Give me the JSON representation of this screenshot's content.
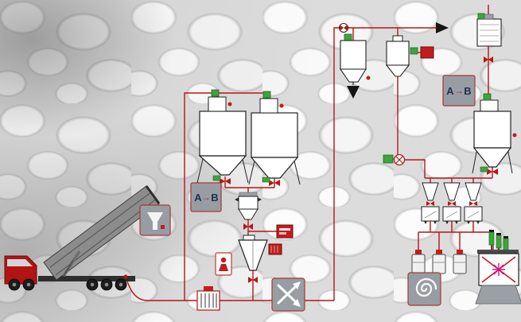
{
  "badges": {
    "route_left": {
      "a": "A",
      "arrow": "→",
      "b": "B"
    },
    "route_right": {
      "a": "A",
      "arrow": "→",
      "b": "B"
    }
  },
  "icons": {
    "intake_badge": "funnel-icon",
    "diverter_badge": "crossed-arrows-icon",
    "screw_badge": "spiral-icon",
    "manual_badge": "person-icon",
    "flow_arrow": "right-arrowhead-icon"
  },
  "colors": {
    "pipe": "#b51616",
    "valve_red": "#c21d1d",
    "filter_green": "#3fa33f",
    "badge_gray": "#979da3",
    "badge_border": "#a23b3b",
    "truck_cab": "#b31312",
    "agitator_magenta": "#d4148c"
  }
}
